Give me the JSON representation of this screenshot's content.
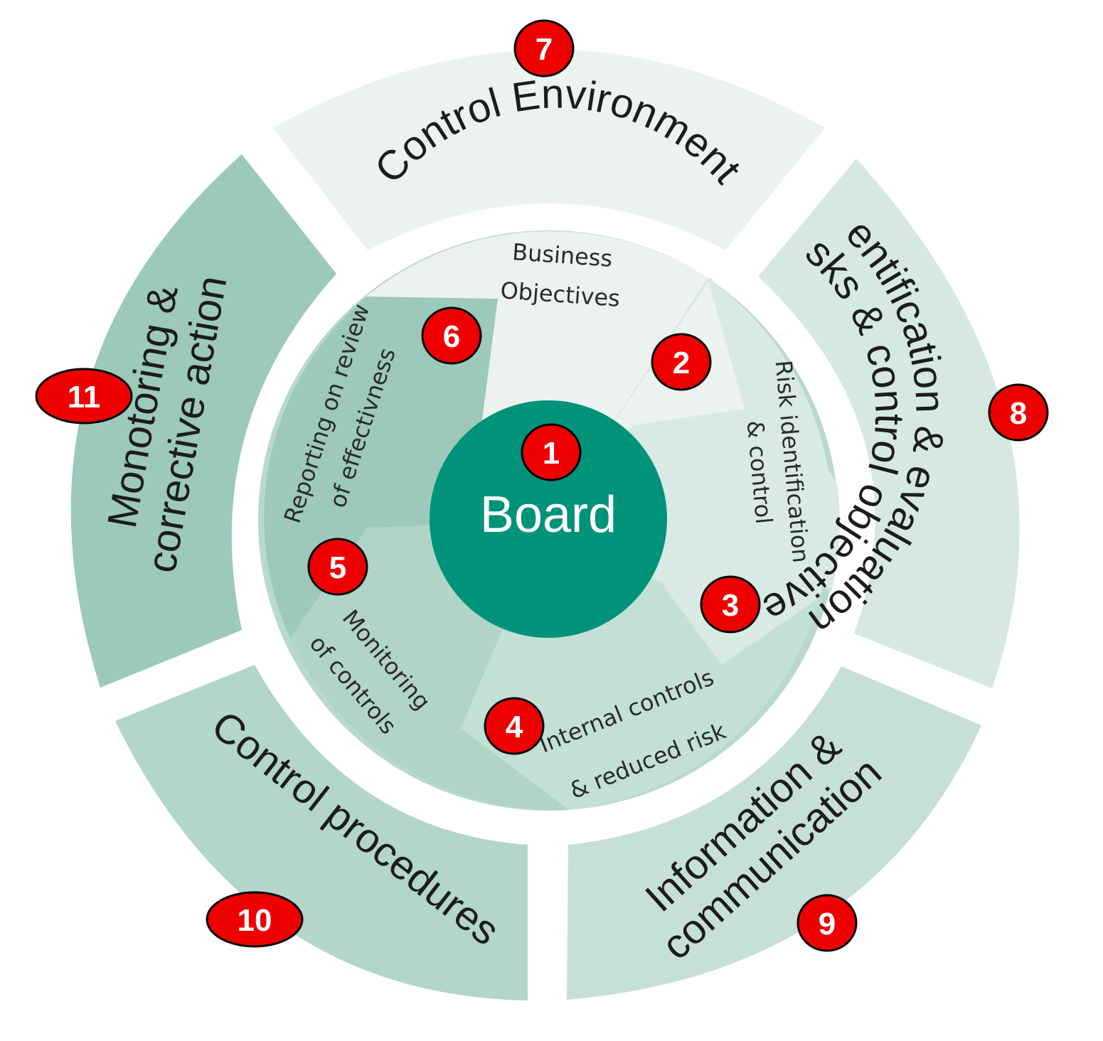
{
  "colors": {
    "board_fill": "#00937a",
    "badge_fill": "#ee0000",
    "badge_stroke": "#000000",
    "outer_control_environment": "#ecf3ef",
    "outer_identification": "#d5e9e2",
    "outer_information": "#c6e0d7",
    "outer_control_procedures": "#b2d6c9",
    "outer_monitoring": "#9cc9b9",
    "inner_business_objectives": "#ecf3ef",
    "inner_risk_identification": "#d8eae3",
    "inner_internal_controls": "#c3e0d5",
    "inner_monitoring_controls": "#b0d4c6",
    "inner_reporting": "#9cc9b9"
  },
  "center": {
    "label": "Board"
  },
  "inner_ring": {
    "business_objectives": [
      "Business",
      "Objectives"
    ],
    "risk_identification": [
      "Risk identification",
      "& control"
    ],
    "internal_controls": [
      "Internal controls",
      "& reduced risk"
    ],
    "monitoring_of_controls": [
      "Monitoring",
      "of controls"
    ],
    "reporting": [
      "Reporting on review",
      "of effectivness"
    ]
  },
  "outer_ring": {
    "control_environment": [
      "Control Environment"
    ],
    "identification": [
      "Identification & evaluation of",
      "risks & control objectives"
    ],
    "information": [
      "Information &",
      "communication"
    ],
    "control_procedures": [
      "Control procedures"
    ],
    "monitoring": [
      "Monotoring &",
      "corrective action"
    ]
  },
  "badges": [
    "1",
    "2",
    "3",
    "4",
    "5",
    "6",
    "7",
    "8",
    "9",
    "10",
    "11"
  ]
}
